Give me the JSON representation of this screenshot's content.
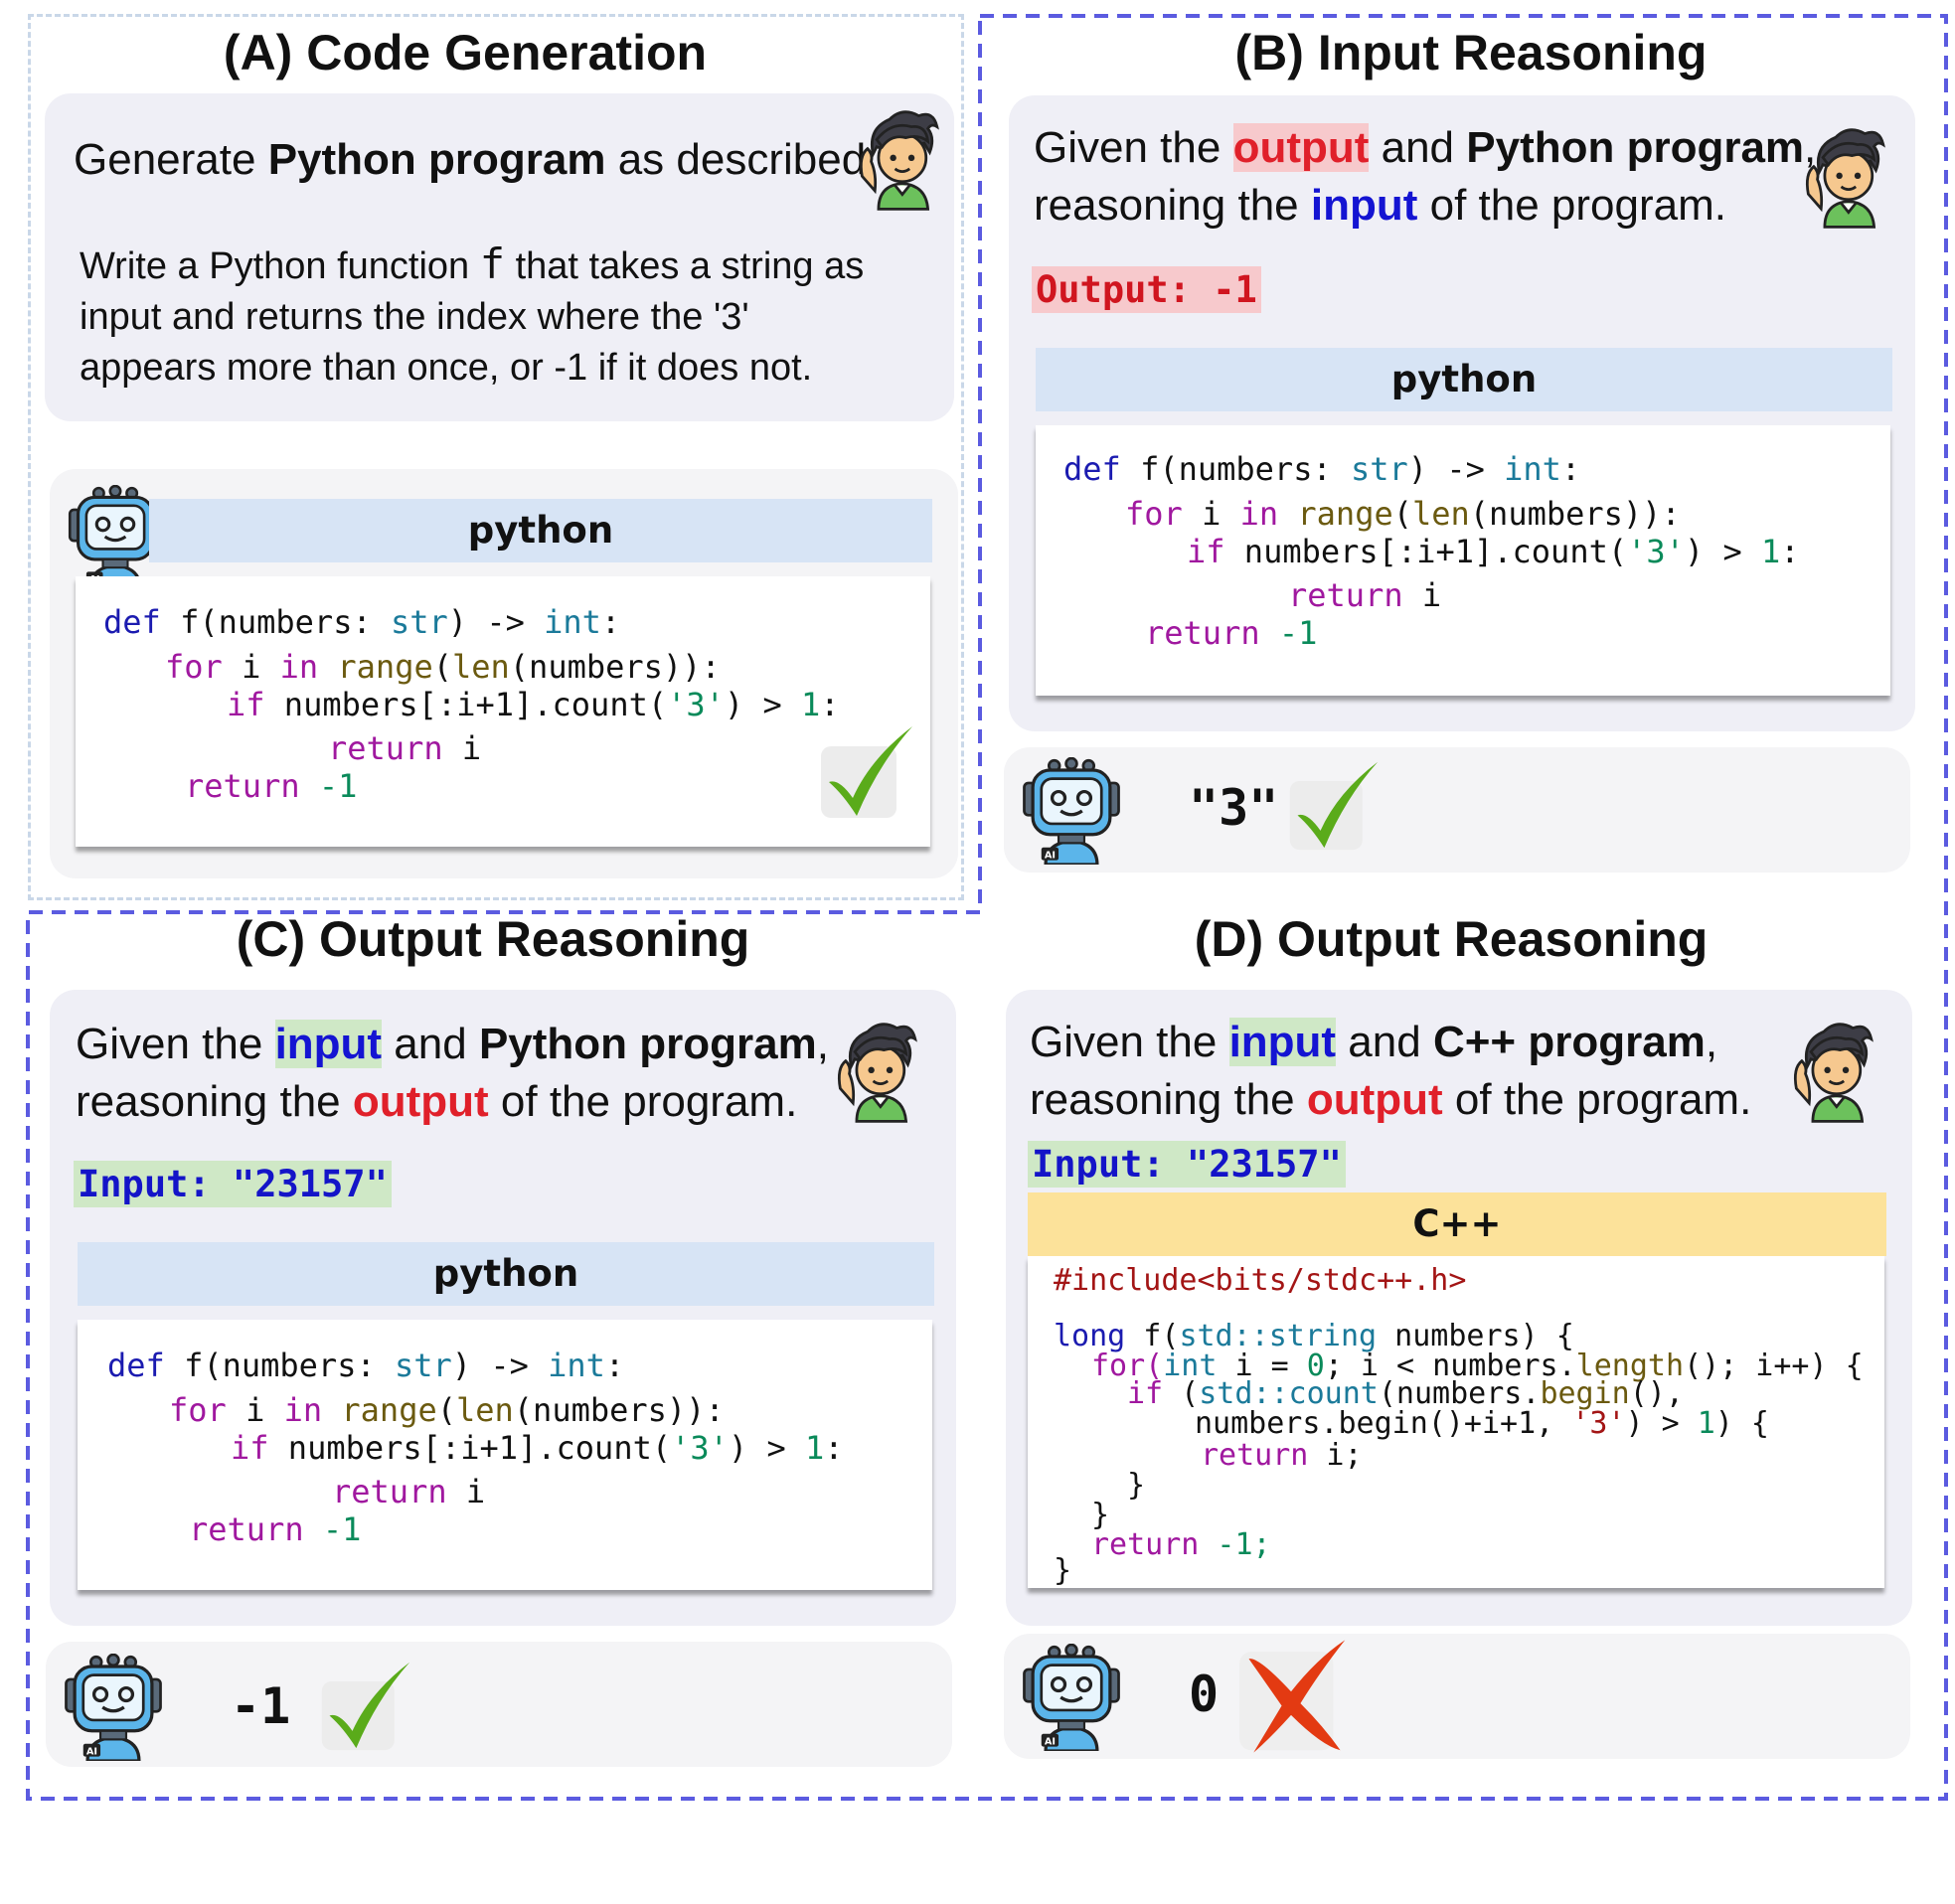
{
  "colors": {
    "accent_red": "#e0202a",
    "accent_blue": "#1414d2",
    "highlight_green": "#cfe8c6",
    "highlight_red": "#f7c9cc",
    "code_header_blue": "#d7e4f5",
    "code_header_yellow": "#fce29a",
    "dashed_frame_blue": "#5b5be0",
    "check_green": "#5aab1a",
    "cross_red": "#e33a12"
  },
  "panel_a": {
    "title": "(A) Code Generation",
    "prompt_pre": "Generate ",
    "prompt_bold": "Python program",
    "prompt_post": " as described.",
    "desc_line1": "Write a Python function ",
    "desc_fn": "f",
    "desc_line1b": " that takes a string as",
    "desc_line2": "input and returns the index where the '3'",
    "desc_line3": "appears more than once, or -1 if it does not.",
    "code_lang": "python",
    "result": "correct"
  },
  "panel_b": {
    "title": "(B) Input Reasoning",
    "l1_pre": "Given the ",
    "l1_hl": "output",
    "l1_mid": " and ",
    "l1_bold": "Python program",
    "l1_post": ",",
    "l2_pre": "reasoning the ",
    "l2_hl": "input",
    "l2_post": " of the program.",
    "tag": "Output: -1",
    "code_lang": "python",
    "answer": "\"3\"",
    "result": "correct"
  },
  "panel_c": {
    "title": "(C) Output Reasoning",
    "l1_pre": "Given the ",
    "l1_hl": "input",
    "l1_mid": " and ",
    "l1_bold": "Python program",
    "l1_post": ",",
    "l2_pre": "reasoning the ",
    "l2_hl": "output",
    "l2_post": " of the program.",
    "tag": "Input: \"23157\"",
    "code_lang": "python",
    "answer": "-1",
    "result": "correct"
  },
  "panel_d": {
    "title": "(D) Output Reasoning",
    "l1_pre": "Given the ",
    "l1_hl": "input",
    "l1_mid": " and ",
    "l1_bold": "C++ program",
    "l1_post": ",",
    "l2_pre": "reasoning the ",
    "l2_hl": "output",
    "l2_post": " of the program.",
    "tag": "Input: \"23157\"",
    "code_lang": "C++",
    "answer": "0",
    "result": "incorrect"
  },
  "python_code": {
    "l1_def": "def",
    "l1_f": " f(numbers: ",
    "l1_str": "str",
    "l1_arrow": ") -> ",
    "l1_int": "int",
    "l1_colon": ":",
    "l2_for": "for",
    "l2_i": " i ",
    "l2_in": "in",
    "l2_range": " range",
    "l2_p1": "(",
    "l2_len": "len",
    "l2_rest": "(numbers)):",
    "l3_if": "if",
    "l3_mid": " numbers[:i+1].count(",
    "l3_s": "'3'",
    "l3_gt": ") > ",
    "l3_one": "1",
    "l3_colon": ":",
    "l4_ret": "return",
    "l4_i": " i",
    "l5_ret": "return",
    "l5_val": " -1"
  },
  "cpp_code": {
    "inc": "#include<bits/stdc++.h>",
    "l1_long": "long",
    "l1_f": " f(",
    "l1_std": "std::string",
    "l1_rest": " numbers) {",
    "l2_for": "for(",
    "l2_int": "int",
    "l2_a": " i = ",
    "l2_zero": "0",
    "l2_b": "; i < numbers.",
    "l2_len": "length",
    "l2_c": "(); i++) {",
    "l3_if": "if",
    "l3_a": " (",
    "l3_std": "std::count",
    "l3_b": "(numbers.",
    "l3_begin": "begin",
    "l3_c": "(),",
    "l4_a": "numbers.begin()+i+1, ",
    "l4_s": "'3'",
    "l4_b": ") > ",
    "l4_one": "1",
    "l4_c": ") {",
    "l5_ret": "return",
    "l5_i": " i;",
    "l6": "}",
    "l7": "}",
    "l8_ret": "return",
    "l8_val": " -1;",
    "l9": "}"
  },
  "icons": {
    "person": "person-raising-hand-icon",
    "robot": "ai-robot-icon",
    "check": "green-check-icon",
    "cross": "red-cross-icon"
  }
}
